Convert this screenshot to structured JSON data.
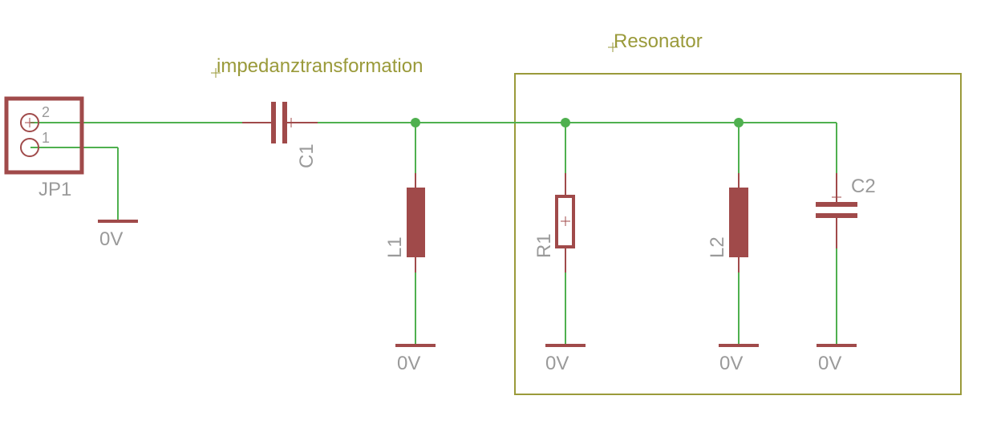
{
  "annotations": {
    "impedance_label": "impedanztransformation",
    "resonator_label": "Resonator"
  },
  "components": {
    "jp1": {
      "name": "JP1",
      "pin2": "2",
      "pin1": "1"
    },
    "c1": {
      "name": "C1"
    },
    "l1": {
      "name": "L1"
    },
    "r1": {
      "name": "R1"
    },
    "l2": {
      "name": "L2"
    },
    "c2": {
      "name": "C2"
    }
  },
  "grounds": {
    "gnd_jp1": "0V",
    "gnd_l1": "0V",
    "gnd_r1": "0V",
    "gnd_l2": "0V",
    "gnd_c2": "0V"
  },
  "colors": {
    "wire": "#4fb04f",
    "part": "#a04a4a",
    "label": "#9a9a9a",
    "annotation": "#9a9a3a"
  }
}
